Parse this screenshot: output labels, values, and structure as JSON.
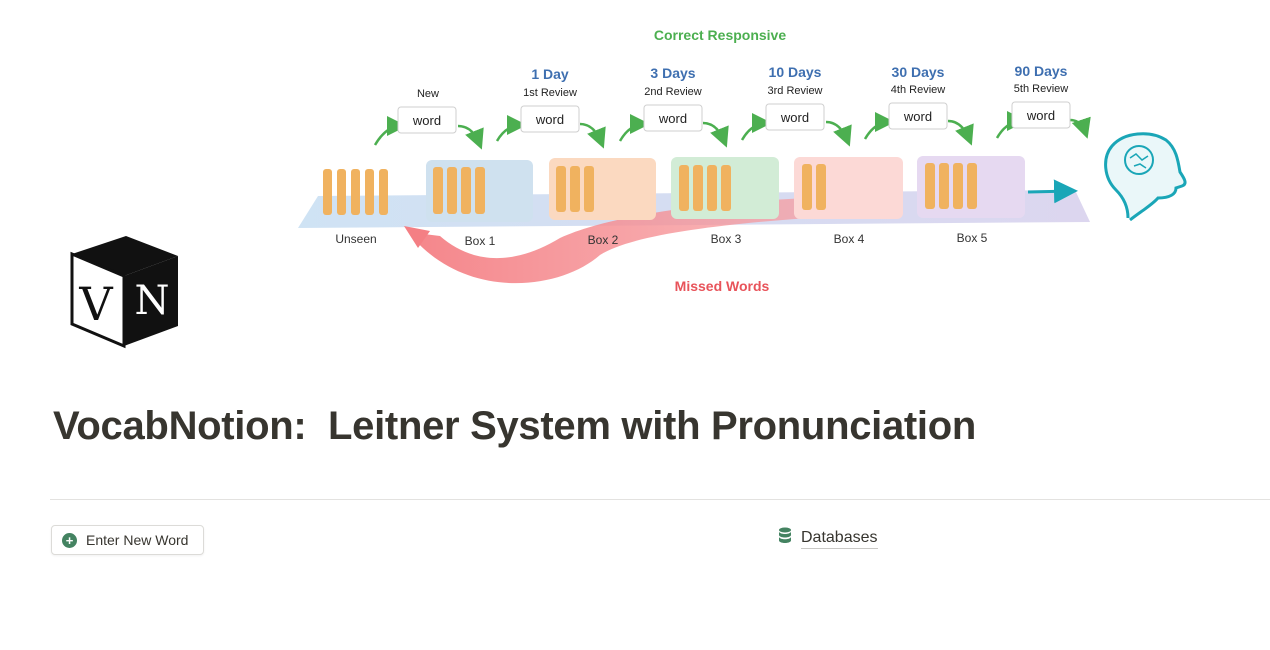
{
  "cover": {
    "top_label": "Correct Responsive",
    "bottom_label": "Missed Words",
    "stages": [
      {
        "interval": "",
        "review": "New",
        "card": "word",
        "box": "Unseen",
        "bars": 5
      },
      {
        "interval": "1 Day",
        "review": "1st Review",
        "card": "word",
        "box": "Box 1",
        "bars": 4
      },
      {
        "interval": "3 Days",
        "review": "2nd Review",
        "card": "word",
        "box": "Box 2",
        "bars": 3
      },
      {
        "interval": "10 Days",
        "review": "3rd Review",
        "card": "word",
        "box": "Box 3",
        "bars": 4
      },
      {
        "interval": "30 Days",
        "review": "4th Review",
        "card": "word",
        "box": "Box 4",
        "bars": 2
      },
      {
        "interval": "90 Days",
        "review": "5th Review",
        "card": "word",
        "box": "Box 5",
        "bars": 4
      }
    ],
    "colors": {
      "correct_green": "#4caf50",
      "missed_red": "#e8535a",
      "interval_blue": "#3e6fb0",
      "bar_orange": "#f0b25f",
      "brain_teal": "#1aa6b7"
    }
  },
  "page_icon": {
    "letters": [
      "V",
      "N"
    ]
  },
  "page": {
    "title": "VocabNotion:  Leitner System with Pronunciation"
  },
  "actions": {
    "enter_word_label": "Enter New Word"
  },
  "links": {
    "databases_label": "Databases"
  }
}
